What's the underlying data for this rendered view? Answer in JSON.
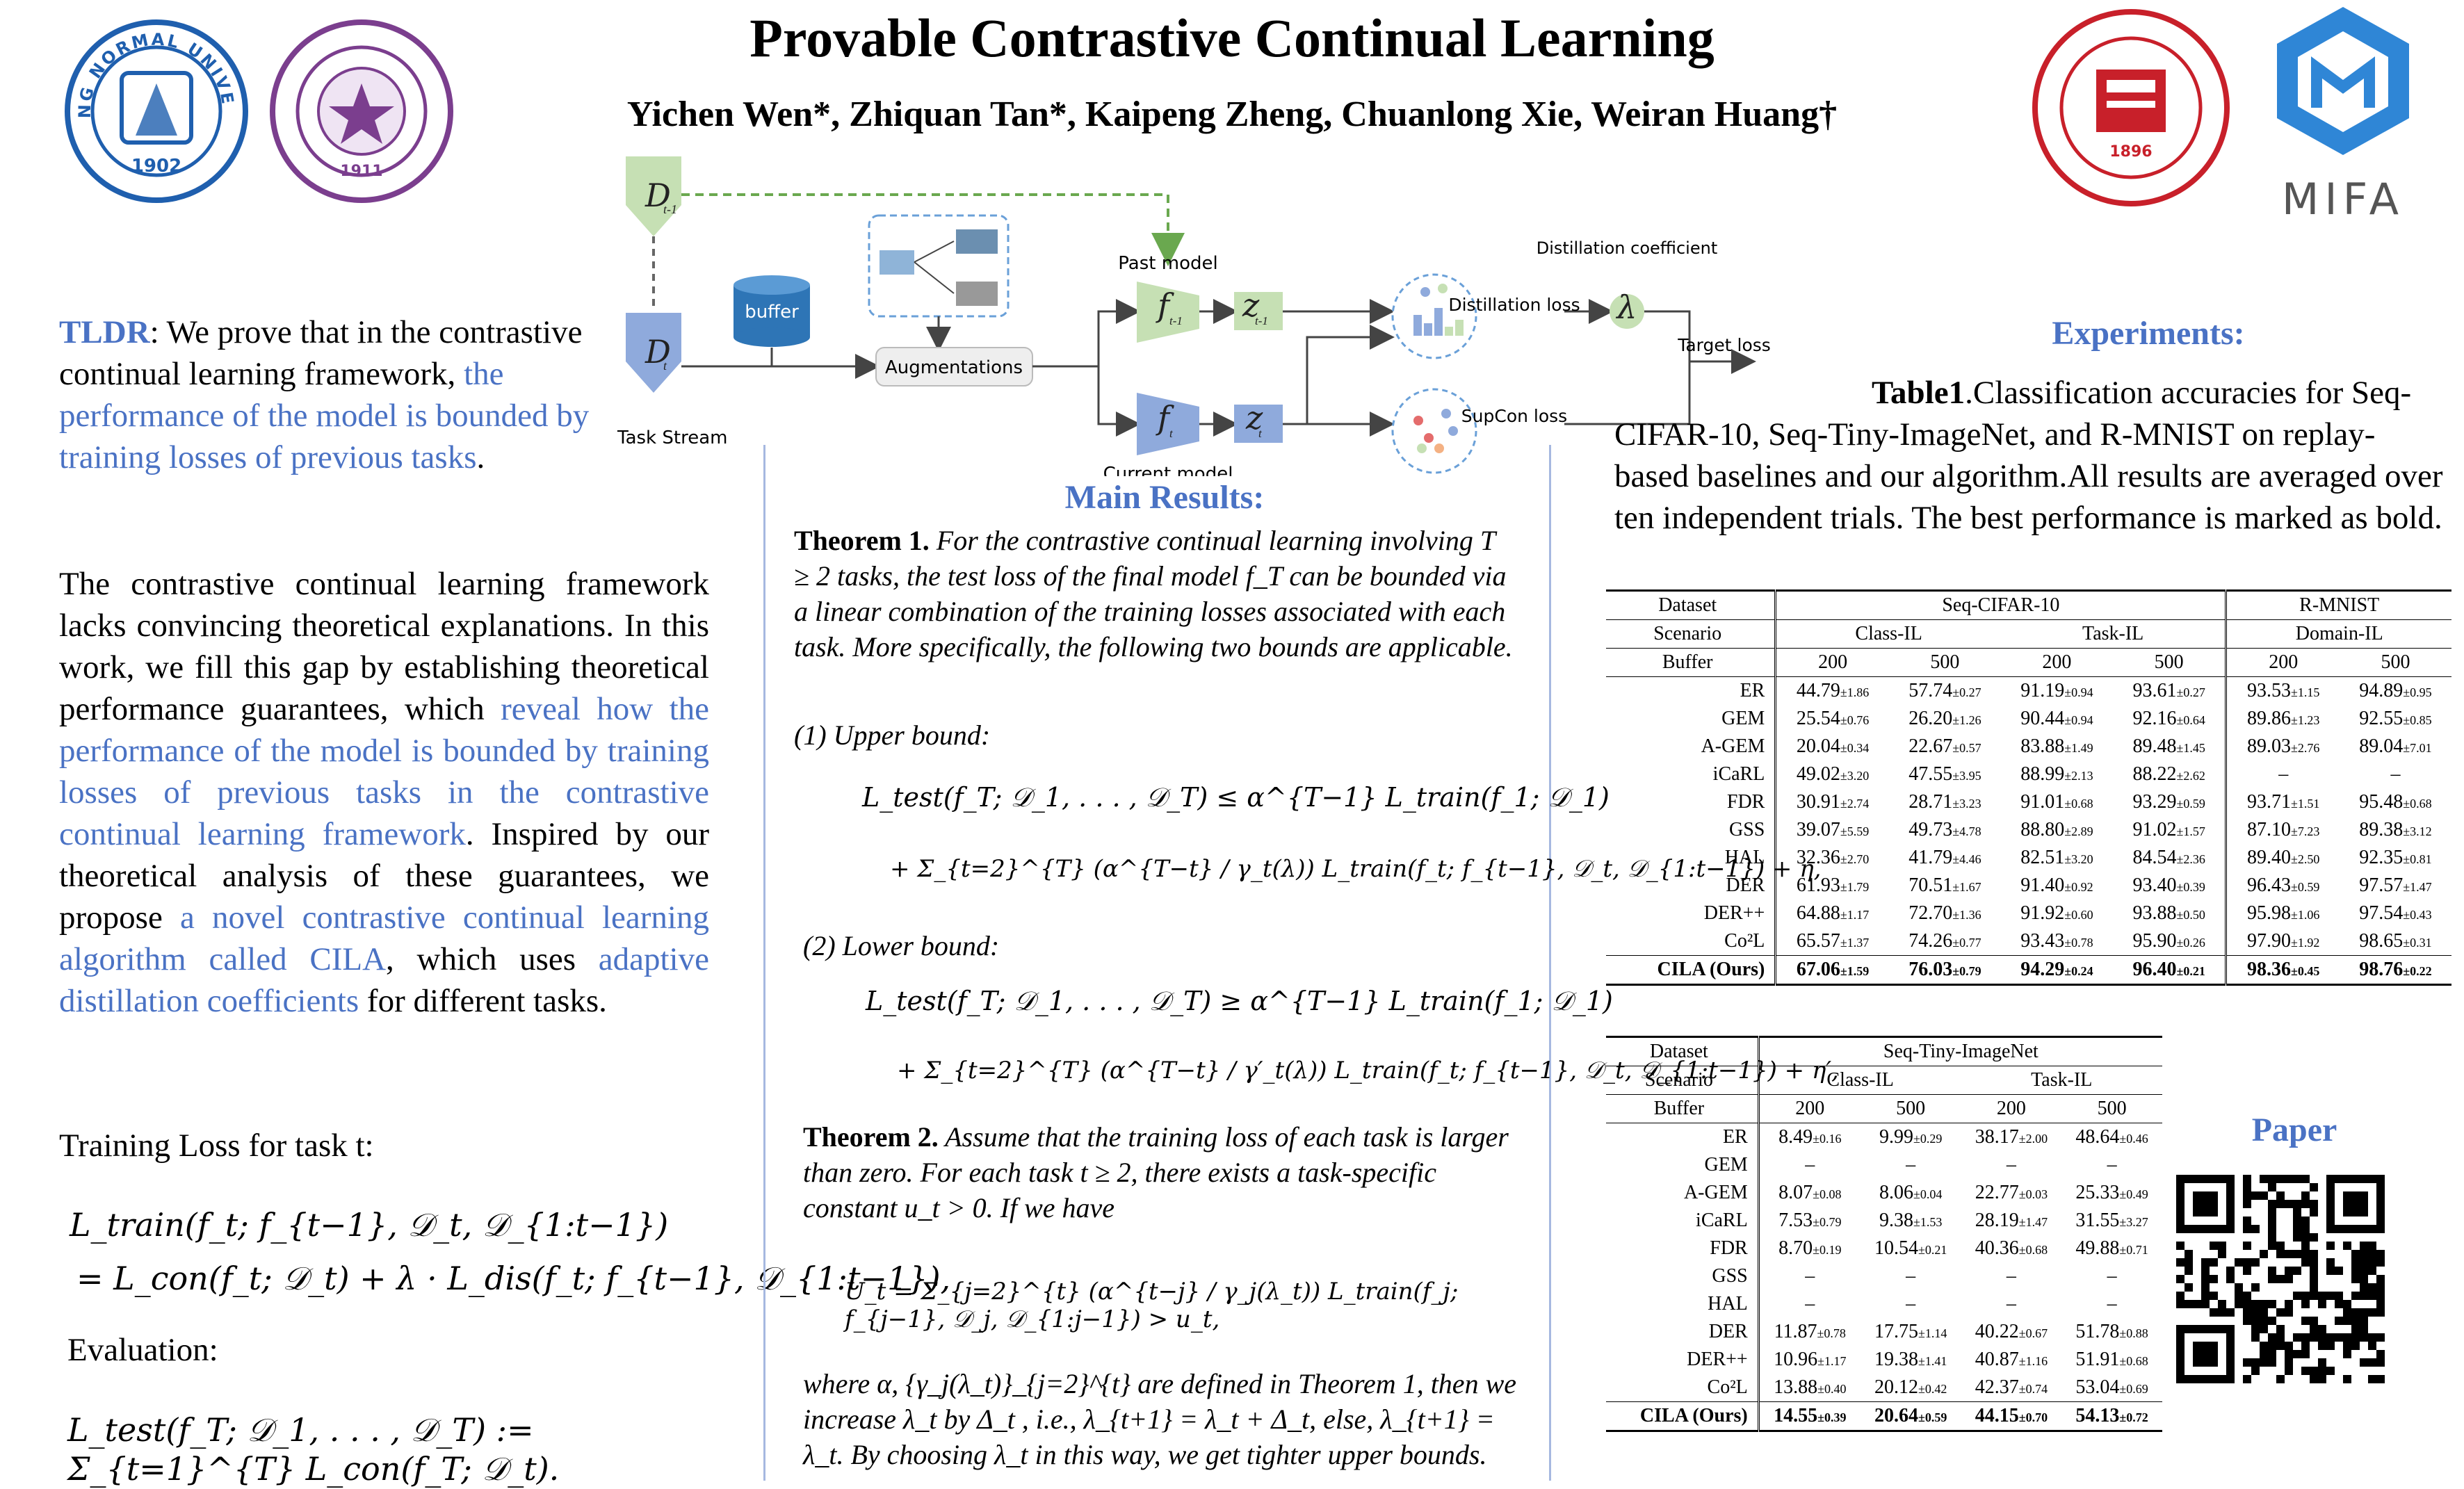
{
  "header": {
    "title": "Provable Contrastive Continual Learning",
    "authors": "Yichen Wen*, Zhiquan Tan*, Kaipeng Zheng, Chuanlong Xie, Weiran Huang†",
    "logos": [
      "beijing-normal-university-seal",
      "tsinghua-university-seal",
      "xian-jiaotong-university-seal",
      "mifa-logo"
    ],
    "bnu_year": "1902",
    "tsinghua_year": "1911",
    "xjtu_year": "1896",
    "mifa_label": "MIFA"
  },
  "diagram": {
    "d_prev": "D",
    "d_prev_sub": "t-1",
    "d_curr": "D",
    "d_curr_sub": "t",
    "task_stream": "Task Stream",
    "buffer": "buffer",
    "augmentations": "Augmentations",
    "past_model": "Past model",
    "current_model": "Current model",
    "f_prev": "f",
    "f_prev_sub": "t-1",
    "f_curr": "f",
    "f_curr_sub": "t",
    "z_prev": "z",
    "z_prev_sub": "t-1",
    "z_curr": "z",
    "z_curr_sub": "t",
    "distillation_coefficient": "Distillation coefficient",
    "lambda": "λ",
    "distillation_loss": "Distillation loss",
    "supcon_loss": "SupCon loss",
    "target_loss": "Target loss"
  },
  "left": {
    "tldr_label": "TLDR",
    "tldr_text1": ": We prove that in the contrastive continual learning framework, ",
    "tldr_highlight": "the performance of the model is bounded by training losses of previous tasks",
    "tldr_text2": ".",
    "abs_text1": "The contrastive continual learning framework lacks convincing theoretical explanations. In this work, we fill this gap by establishing theoretical performance guarantees, which ",
    "abs_highlight1": "reveal how the performance of the model is bounded by training losses of previous tasks in the contrastive continual learning framework",
    "abs_text2": ". Inspired by our theoretical analysis of these guarantees, we propose ",
    "abs_highlight2": "a novel contrastive continual learning algorithm called CILA",
    "abs_text3": ", which uses ",
    "abs_highlight3": "adaptive distillation coefficients",
    "abs_text4": " for different tasks.",
    "training_loss_label": "Training Loss for task t:",
    "eq_train_line1": "L_train(f_t; f_{t−1}, 𝒟_t, 𝒟_{1:t−1})",
    "eq_train_line2": "= L_con(f_t; 𝒟_t) + λ · L_dis(f_t; f_{t−1}, 𝒟_{1:t−1}),",
    "evaluation_label": "Evaluation:",
    "eq_eval": "L_test(f_T; 𝒟_1, . . . , 𝒟_T) := Σ_{t=1}^{T} L_con(f_T; 𝒟_t)."
  },
  "middle": {
    "heading": "Main Results:",
    "thm1_label": "Theorem 1.",
    "thm1_text": "For the contrastive continual learning involving T ≥ 2 tasks, the test loss of the final model f_T can be bounded via a linear combination of the training losses associated with each task. More specifically, the following two bounds are applicable.",
    "upper_label": "(1) Upper bound:",
    "upper_line1": "L_test(f_T; 𝒟_1, . . . , 𝒟_T) ≤ α^{T−1} L_train(f_1; 𝒟_1)",
    "upper_line2": "+ Σ_{t=2}^{T} (α^{T−t} / γ_t(λ)) L_train(f_t; f_{t−1}, 𝒟_t, 𝒟_{1:t−1}) + η,",
    "lower_label": "(2) Lower bound:",
    "lower_line1": "L_test(f_T; 𝒟_1, . . . , 𝒟_T) ≥ α^{T−1} L_train(f_1; 𝒟_1)",
    "lower_line2": "+ Σ_{t=2}^{T} (α^{T−t} / γ′_t(λ)) L_train(f_t; f_{t−1}, 𝒟_t, 𝒟_{1:t−1}) + η′,",
    "thm2_label": "Theorem 2.",
    "thm2_text": "Assume that the training loss of each task is larger than zero. For each task t ≥ 2, there exists a task-specific constant u_t > 0. If we have",
    "thm2_eq": "U_t = Σ_{j=2}^{t} (α^{t−j} / γ_j(λ_t)) L_train(f_j; f_{j−1}, 𝒟_j, 𝒟_{1:j−1}) > u_t,",
    "thm2_tail": "where α, {γ_j(λ_t)}_{j=2}^{t} are defined in Theorem 1, then we increase λ_t by Δ_t , i.e., λ_{t+1} = λ_t + Δ_t, else, λ_{t+1} = λ_t. By choosing λ_t in this way, we get tighter upper bounds."
  },
  "right": {
    "heading": "Experiments:",
    "caption_label": "Table1",
    "caption_text": ".Classification accuracies for Seq-CIFAR-10, Seq-Tiny-ImageNet, and R-MNIST on replay-based baselines and our algorithm.All results are averaged over ten independent trials. The best performance is marked as bold.",
    "paper_heading": "Paper"
  },
  "table1": {
    "dataset_label": "Dataset",
    "scenario_label": "Scenario",
    "buffer_label": "Buffer",
    "datasets": [
      "Seq-CIFAR-10",
      "R-MNIST"
    ],
    "scenarios": [
      "Class-IL",
      "Task-IL",
      "Domain-IL"
    ],
    "buffers": [
      "200",
      "500",
      "200",
      "500",
      "200",
      "500"
    ],
    "rows": [
      {
        "name": "ER",
        "cells": [
          [
            "44.79",
            "±1.86"
          ],
          [
            "57.74",
            "±0.27"
          ],
          [
            "91.19",
            "±0.94"
          ],
          [
            "93.61",
            "±0.27"
          ],
          [
            "93.53",
            "±1.15"
          ],
          [
            "94.89",
            "±0.95"
          ]
        ]
      },
      {
        "name": "GEM",
        "cells": [
          [
            "25.54",
            "±0.76"
          ],
          [
            "26.20",
            "±1.26"
          ],
          [
            "90.44",
            "±0.94"
          ],
          [
            "92.16",
            "±0.64"
          ],
          [
            "89.86",
            "±1.23"
          ],
          [
            "92.55",
            "±0.85"
          ]
        ]
      },
      {
        "name": "A-GEM",
        "cells": [
          [
            "20.04",
            "±0.34"
          ],
          [
            "22.67",
            "±0.57"
          ],
          [
            "83.88",
            "±1.49"
          ],
          [
            "89.48",
            "±1.45"
          ],
          [
            "89.03",
            "±2.76"
          ],
          [
            "89.04",
            "±7.01"
          ]
        ]
      },
      {
        "name": "iCaRL",
        "cells": [
          [
            "49.02",
            "±3.20"
          ],
          [
            "47.55",
            "±3.95"
          ],
          [
            "88.99",
            "±2.13"
          ],
          [
            "88.22",
            "±2.62"
          ],
          [
            "–",
            ""
          ],
          [
            "–",
            ""
          ]
        ]
      },
      {
        "name": "FDR",
        "cells": [
          [
            "30.91",
            "±2.74"
          ],
          [
            "28.71",
            "±3.23"
          ],
          [
            "91.01",
            "±0.68"
          ],
          [
            "93.29",
            "±0.59"
          ],
          [
            "93.71",
            "±1.51"
          ],
          [
            "95.48",
            "±0.68"
          ]
        ]
      },
      {
        "name": "GSS",
        "cells": [
          [
            "39.07",
            "±5.59"
          ],
          [
            "49.73",
            "±4.78"
          ],
          [
            "88.80",
            "±2.89"
          ],
          [
            "91.02",
            "±1.57"
          ],
          [
            "87.10",
            "±7.23"
          ],
          [
            "89.38",
            "±3.12"
          ]
        ]
      },
      {
        "name": "HAL",
        "cells": [
          [
            "32.36",
            "±2.70"
          ],
          [
            "41.79",
            "±4.46"
          ],
          [
            "82.51",
            "±3.20"
          ],
          [
            "84.54",
            "±2.36"
          ],
          [
            "89.40",
            "±2.50"
          ],
          [
            "92.35",
            "±0.81"
          ]
        ]
      },
      {
        "name": "DER",
        "cells": [
          [
            "61.93",
            "±1.79"
          ],
          [
            "70.51",
            "±1.67"
          ],
          [
            "91.40",
            "±0.92"
          ],
          [
            "93.40",
            "±0.39"
          ],
          [
            "96.43",
            "±0.59"
          ],
          [
            "97.57",
            "±1.47"
          ]
        ]
      },
      {
        "name": "DER++",
        "cells": [
          [
            "64.88",
            "±1.17"
          ],
          [
            "72.70",
            "±1.36"
          ],
          [
            "91.92",
            "±0.60"
          ],
          [
            "93.88",
            "±0.50"
          ],
          [
            "95.98",
            "±1.06"
          ],
          [
            "97.54",
            "±0.43"
          ]
        ]
      },
      {
        "name": "Co²L",
        "cells": [
          [
            "65.57",
            "±1.37"
          ],
          [
            "74.26",
            "±0.77"
          ],
          [
            "93.43",
            "±0.78"
          ],
          [
            "95.90",
            "±0.26"
          ],
          [
            "97.90",
            "±1.92"
          ],
          [
            "98.65",
            "±0.31"
          ]
        ]
      },
      {
        "name": "CILA (Ours)",
        "bold": true,
        "cells": [
          [
            "67.06",
            "±1.59"
          ],
          [
            "76.03",
            "±0.79"
          ],
          [
            "94.29",
            "±0.24"
          ],
          [
            "96.40",
            "±0.21"
          ],
          [
            "98.36",
            "±0.45"
          ],
          [
            "98.76",
            "±0.22"
          ]
        ]
      }
    ]
  },
  "table2": {
    "dataset_label": "Dataset",
    "scenario_label": "Scenario",
    "buffer_label": "Buffer",
    "dataset": "Seq-Tiny-ImageNet",
    "scenarios": [
      "Class-IL",
      "Task-IL"
    ],
    "buffers": [
      "200",
      "500",
      "200",
      "500"
    ],
    "rows": [
      {
        "name": "ER",
        "cells": [
          [
            "8.49",
            "±0.16"
          ],
          [
            "9.99",
            "±0.29"
          ],
          [
            "38.17",
            "±2.00"
          ],
          [
            "48.64",
            "±0.46"
          ]
        ]
      },
      {
        "name": "GEM",
        "cells": [
          [
            "–",
            ""
          ],
          [
            "–",
            ""
          ],
          [
            "–",
            ""
          ],
          [
            "–",
            ""
          ]
        ]
      },
      {
        "name": "A-GEM",
        "cells": [
          [
            "8.07",
            "±0.08"
          ],
          [
            "8.06",
            "±0.04"
          ],
          [
            "22.77",
            "±0.03"
          ],
          [
            "25.33",
            "±0.49"
          ]
        ]
      },
      {
        "name": "iCaRL",
        "cells": [
          [
            "7.53",
            "±0.79"
          ],
          [
            "9.38",
            "±1.53"
          ],
          [
            "28.19",
            "±1.47"
          ],
          [
            "31.55",
            "±3.27"
          ]
        ]
      },
      {
        "name": "FDR",
        "cells": [
          [
            "8.70",
            "±0.19"
          ],
          [
            "10.54",
            "±0.21"
          ],
          [
            "40.36",
            "±0.68"
          ],
          [
            "49.88",
            "±0.71"
          ]
        ]
      },
      {
        "name": "GSS",
        "cells": [
          [
            "–",
            ""
          ],
          [
            "–",
            ""
          ],
          [
            "–",
            ""
          ],
          [
            "–",
            ""
          ]
        ]
      },
      {
        "name": "HAL",
        "cells": [
          [
            "–",
            ""
          ],
          [
            "–",
            ""
          ],
          [
            "–",
            ""
          ],
          [
            "–",
            ""
          ]
        ]
      },
      {
        "name": "DER",
        "cells": [
          [
            "11.87",
            "±0.78"
          ],
          [
            "17.75",
            "±1.14"
          ],
          [
            "40.22",
            "±0.67"
          ],
          [
            "51.78",
            "±0.88"
          ]
        ]
      },
      {
        "name": "DER++",
        "cells": [
          [
            "10.96",
            "±1.17"
          ],
          [
            "19.38",
            "±1.41"
          ],
          [
            "40.87",
            "±1.16"
          ],
          [
            "51.91",
            "±0.68"
          ]
        ]
      },
      {
        "name": "Co²L",
        "cells": [
          [
            "13.88",
            "±0.40"
          ],
          [
            "20.12",
            "±0.42"
          ],
          [
            "42.37",
            "±0.74"
          ],
          [
            "53.04",
            "±0.69"
          ]
        ]
      },
      {
        "name": "CILA (Ours)",
        "bold": true,
        "cells": [
          [
            "14.55",
            "±0.39"
          ],
          [
            "20.64",
            "±0.59"
          ],
          [
            "44.15",
            "±0.70"
          ],
          [
            "54.13",
            "±0.72"
          ]
        ]
      }
    ]
  },
  "colors": {
    "accent_blue": "#4a72c4",
    "green_node": "#c6e0b4",
    "blue_node": "#8faadc",
    "bnu_blue": "#1f5fae",
    "tsinghua_purple": "#7b3e8e",
    "xjtu_red": "#c8202a",
    "mifa_blue": "#2f86d6"
  }
}
